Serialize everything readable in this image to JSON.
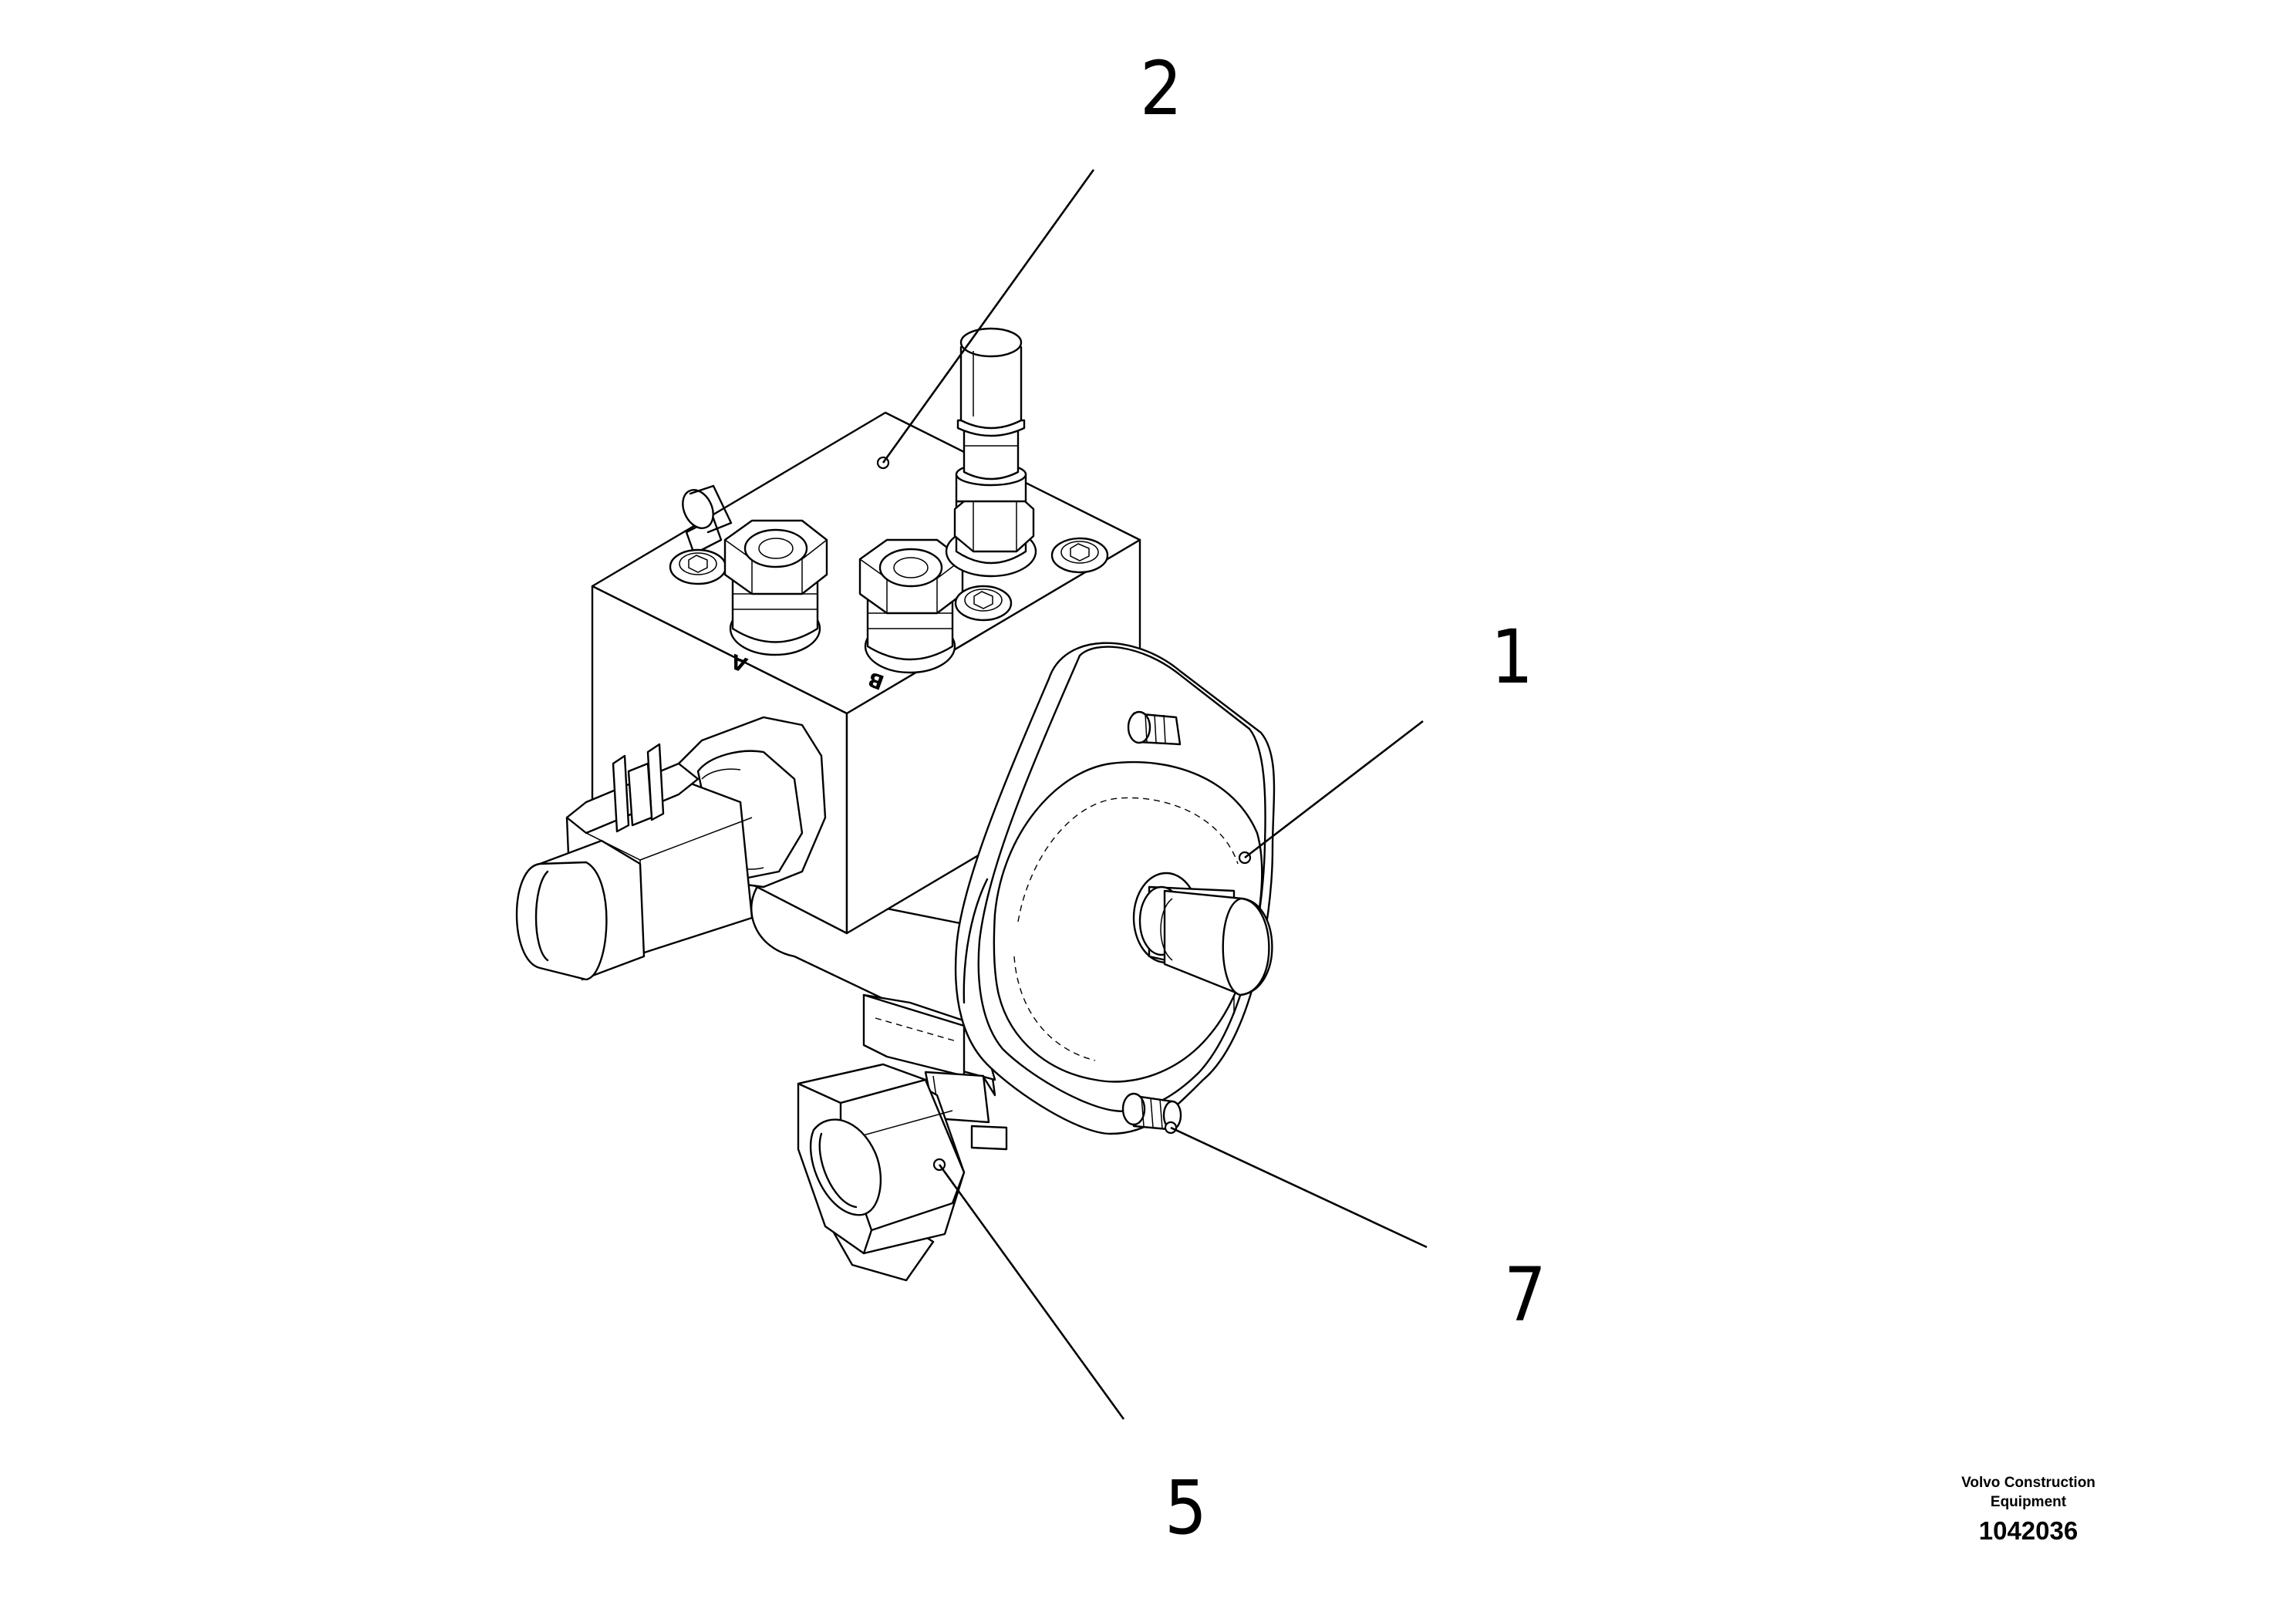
{
  "callouts": {
    "c1": "1",
    "c2": "2",
    "c5": "5",
    "c7": "7"
  },
  "ports": {
    "a": "A",
    "b": "B"
  },
  "footer": {
    "company_line1": "Volvo Construction",
    "company_line2": "Equipment",
    "document_number": "1042036"
  }
}
